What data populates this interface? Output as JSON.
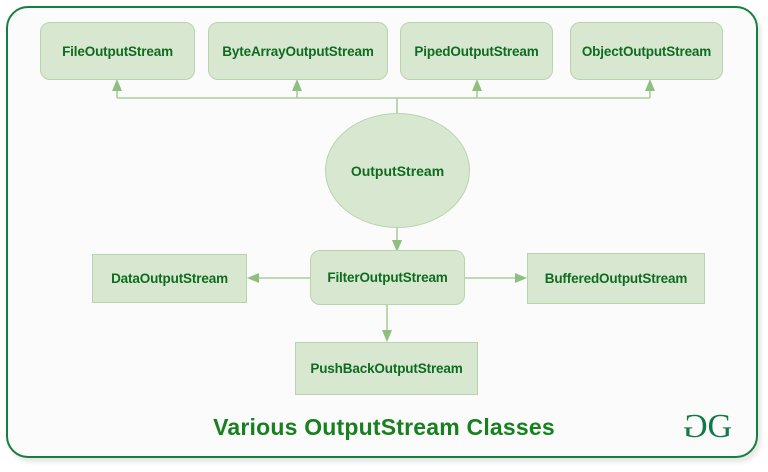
{
  "diagram": {
    "caption": "Various OutputStream Classes",
    "colors": {
      "frame_border": "#14803c",
      "node_fill": "#d8e8d0",
      "node_border": "#b9d3ad",
      "node_text": "#0f6b20",
      "connector": "#8fbf7f",
      "caption_text": "#17801f",
      "logo": "#107a44",
      "page_background": "#ffffff",
      "inner_background": "#fbfbfb"
    },
    "root": {
      "label": "OutputStream",
      "shape": "circle"
    },
    "subclasses_top": [
      {
        "label": "FileOutputStream"
      },
      {
        "label": "ByteArrayOutputStream"
      },
      {
        "label": "PipedOutputStream"
      },
      {
        "label": "ObjectOutputStream"
      }
    ],
    "filter_node": {
      "label": "FilterOutputStream",
      "shape": "rounded-rect"
    },
    "filter_subclasses": [
      {
        "label": "DataOutputStream",
        "position": "left",
        "shape": "rect"
      },
      {
        "label": "BufferedOutputStream",
        "position": "right",
        "shape": "rect"
      },
      {
        "label": "PushBackOutputStream",
        "position": "bottom",
        "shape": "rect"
      }
    ]
  },
  "logo": {
    "mirrored_g": "G",
    "g": "G",
    "alt": "geeksforgeeks-logo"
  }
}
